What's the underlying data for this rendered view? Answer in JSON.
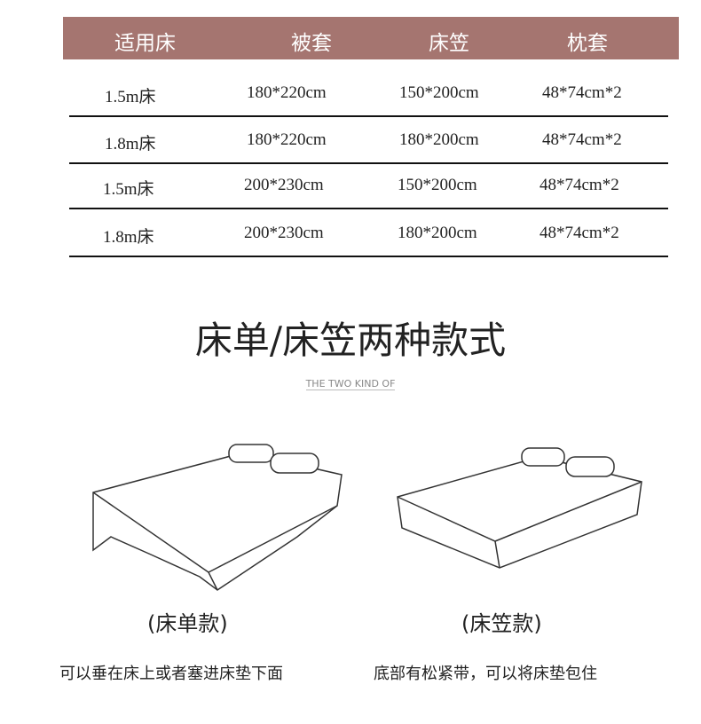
{
  "table": {
    "headers": [
      "适用床",
      "被套",
      "床笠",
      "枕套"
    ],
    "rows": [
      [
        "1.5m床",
        "180*220cm",
        "150*200cm",
        "48*74cm*2"
      ],
      [
        "1.8m床",
        "180*220cm",
        "180*200cm",
        "48*74cm*2"
      ],
      [
        "1.5m床",
        "200*230cm",
        "150*200cm",
        "48*74cm*2"
      ],
      [
        "1.8m床",
        "200*230cm",
        "180*200cm",
        "48*74cm*2"
      ]
    ]
  },
  "section": {
    "title": "床单/床笠两种款式",
    "subtitle": "THE TWO KIND OF"
  },
  "styles": [
    {
      "label": "(床单款)",
      "desc": "可以垂在床上或者塞进床垫下面"
    },
    {
      "label": "(床笠款)",
      "desc": "底部有松紧带，可以将床垫包住"
    }
  ]
}
